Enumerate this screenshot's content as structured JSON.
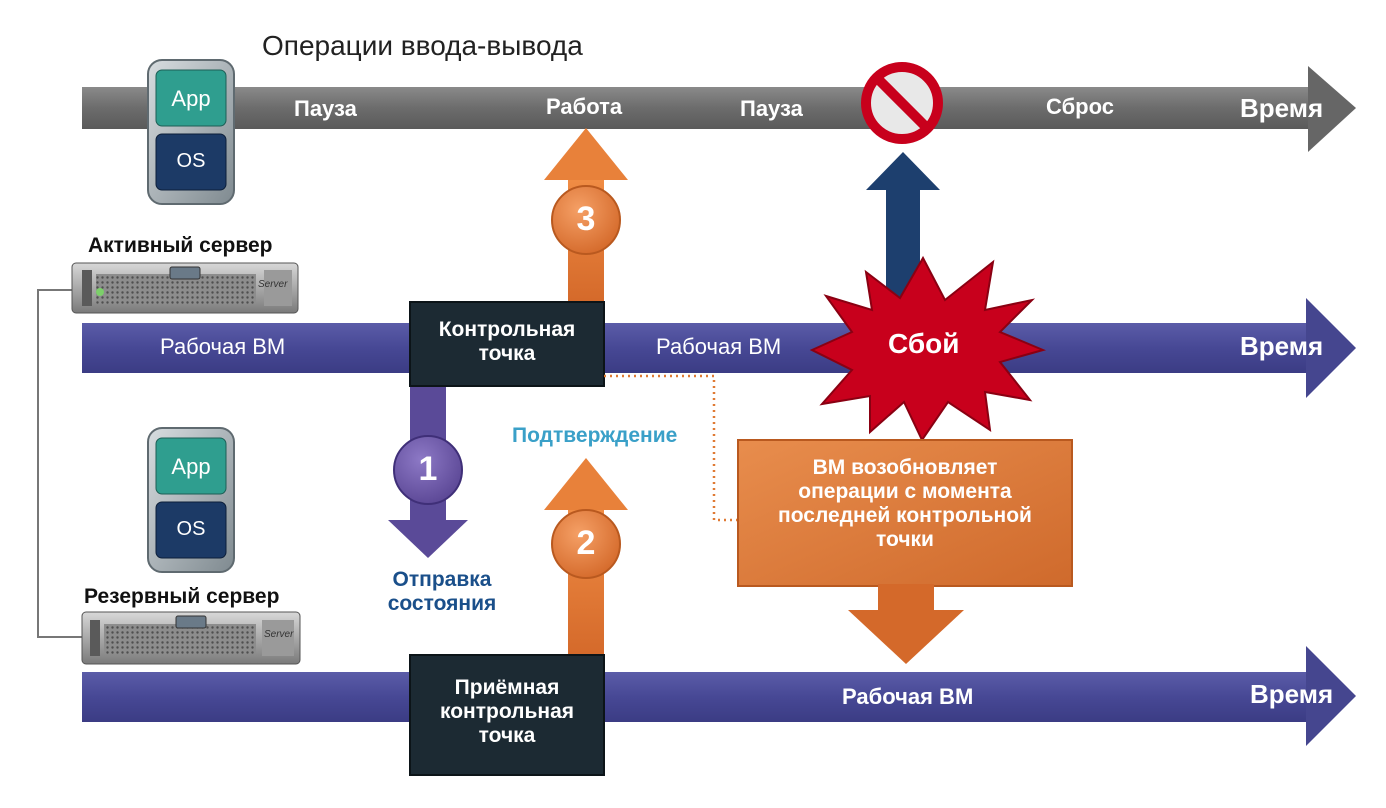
{
  "io_title": "Операции ввода-вывода",
  "io_bar": {
    "labels": [
      "Пауза",
      "Работа",
      "Пауза",
      "Сброс"
    ],
    "time": "Время"
  },
  "active_bar": {
    "vm_left": "Рабочая ВМ",
    "vm_right": "Рабочая ВМ",
    "time": "Время",
    "fault": "Сбой"
  },
  "standby_bar": {
    "vm": "Рабочая  ВМ",
    "time": "Время"
  },
  "servers": {
    "active": "Активный сервер",
    "standby": "Резервный сервер",
    "chassis_label": "Server"
  },
  "stack": {
    "app": "App",
    "os": "OS"
  },
  "checkpoint": {
    "line1": "Контрольная",
    "line2": "точка"
  },
  "receive_checkpoint": {
    "line1": "Приёмная",
    "line2": "контрольная",
    "line3": "точка"
  },
  "steps": {
    "one": "1",
    "two": "2",
    "three": "3",
    "send_state_line1": "Отправка",
    "send_state_line2": "состояния",
    "ack": "Подтверждение"
  },
  "resume_box": {
    "line1": "ВМ возобновляет",
    "line2": "операции с момента",
    "line3": "последней контрольной",
    "line4": "точки"
  },
  "colors": {
    "gray_bar": "#707070",
    "purple_bar": "#4a4b96",
    "orange": "#e07a34",
    "navy": "#1d3f6e",
    "dark_box": "#1c2a33",
    "red": "#c8001c",
    "purple_circle": "#6a56a6",
    "teal_chip": "#2f9e8f",
    "navy_chip": "#1c3a66"
  },
  "icons": [
    "prohibited-icon",
    "explosion-icon",
    "server-icon"
  ]
}
